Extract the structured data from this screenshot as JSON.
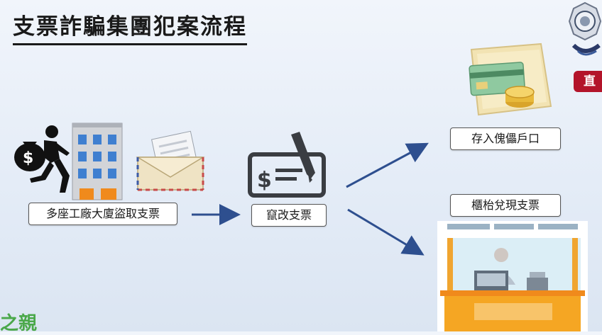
{
  "title": "支票詐騙集團犯案流程",
  "badge": "直",
  "watermark": "之親",
  "steps": {
    "steal": "多座工廠大廈盜取支票",
    "alter": "竄改支票",
    "deposit": "存入傀儡戶口",
    "counter": "櫃枱兌現支票"
  },
  "icons": {
    "logo": "police-crest-icon",
    "thief": "thief-money-bag-icon",
    "building": "office-building-icon",
    "envelope": "envelope-cheque-icon",
    "cheque": "cheque-pen-icon",
    "wallet": "wallet-cards-coins-icon",
    "bank": "bank-counter-icon"
  },
  "colors": {
    "arrow": "#2e4f8f",
    "badge": "#b3142a",
    "counter_orange": "#f08a1c"
  }
}
